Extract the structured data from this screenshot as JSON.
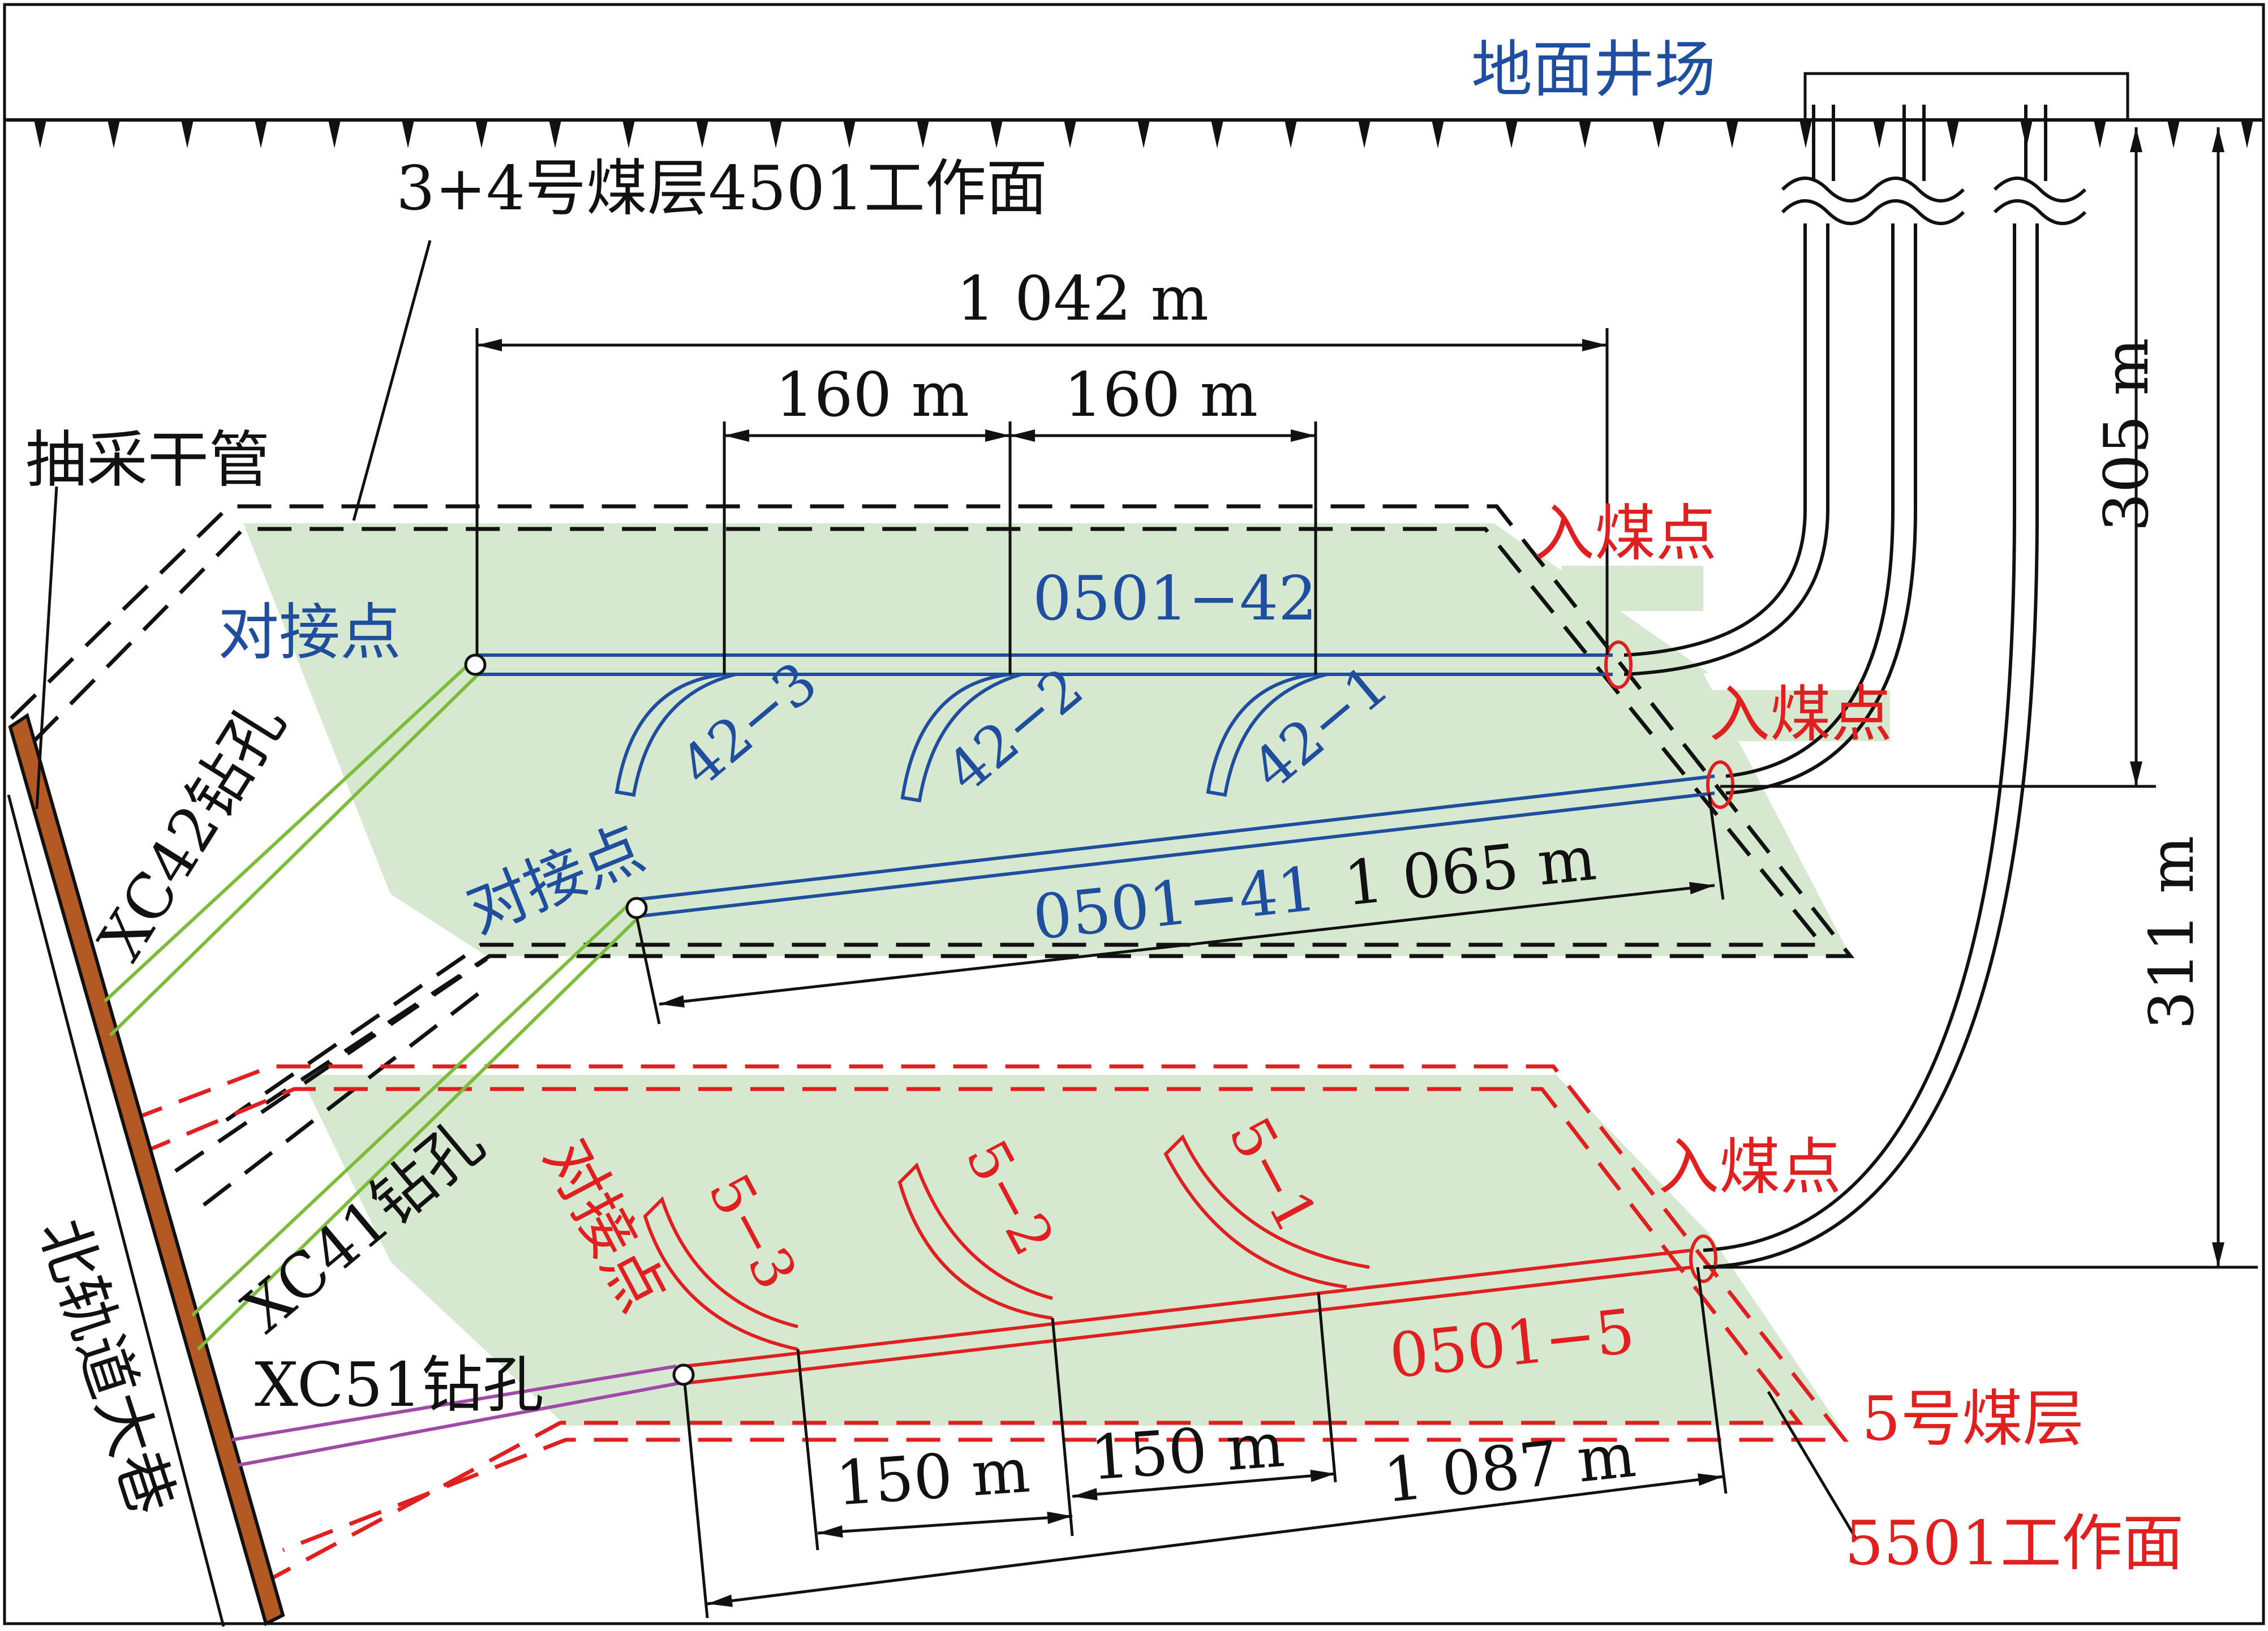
{
  "colors": {
    "blue": "#1f4e9e",
    "red": "#e02020",
    "black": "#111111",
    "green": "#7cbc3a",
    "purple": "#a04aa8",
    "fill": "#d6e8cf",
    "brown": "#b35a24"
  },
  "labels": {
    "surface_site": "地面井场",
    "seam34_face": "3+4号煤层4501工作面",
    "main_pipe": "抽采干管",
    "north_roadway": "北轨道大巷",
    "entry_point": "入煤点",
    "docking_point": "对接点",
    "xc42": "XC42钻孔",
    "xc41": "XC41钻孔",
    "xc51": "XC51钻孔",
    "seam5": "5号煤层",
    "face5501": "5501工作面"
  },
  "boreholes": {
    "h42": "0501−42",
    "h41": "0501−41",
    "h5": "0501−5",
    "b42_1": "42−1",
    "b42_2": "42−2",
    "b42_3": "42−3",
    "b5_1": "5−1",
    "b5_2": "5−2",
    "b5_3": "5−3"
  },
  "dimensions": {
    "d1042": "1 042 m",
    "d160a": "160 m",
    "d160b": "160 m",
    "d1065": "1 065 m",
    "d150a": "150 m",
    "d150b": "150 m",
    "d1087": "1 087 m",
    "d305": "305 m",
    "d311": "311 m"
  }
}
